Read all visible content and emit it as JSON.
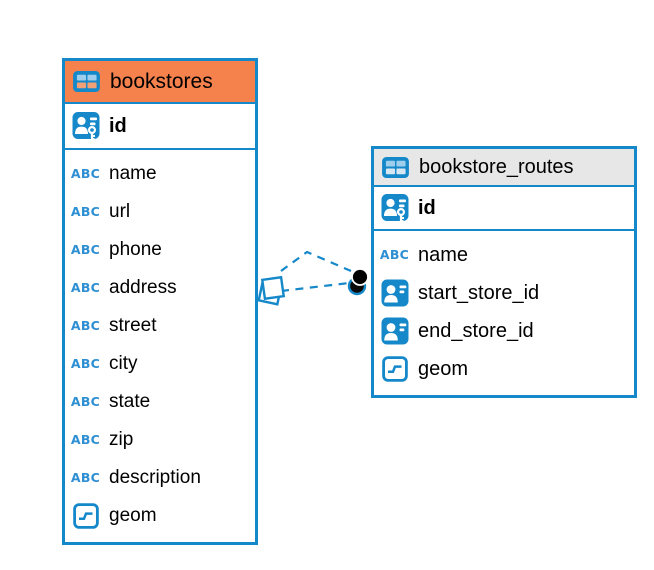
{
  "diagram": {
    "background": "#FFFFFF",
    "accent_color": "#1588CA",
    "type_labels": {
      "text": "ABC"
    }
  },
  "tables": [
    {
      "name": "bookstores",
      "icon": "table-icon",
      "colors": {
        "header_bg": "#F5814D",
        "icon_cell_top": "#9FCDEC",
        "icon_cell_bottom": "#F2A076"
      },
      "primary_key": {
        "name": "id",
        "icon": "primary-key-icon"
      },
      "columns": [
        {
          "name": "name",
          "icon": "text-icon"
        },
        {
          "name": "url",
          "icon": "text-icon"
        },
        {
          "name": "phone",
          "icon": "text-icon"
        },
        {
          "name": "address",
          "icon": "text-icon"
        },
        {
          "name": "street",
          "icon": "text-icon"
        },
        {
          "name": "city",
          "icon": "text-icon"
        },
        {
          "name": "state",
          "icon": "text-icon"
        },
        {
          "name": "zip",
          "icon": "text-icon"
        },
        {
          "name": "description",
          "icon": "text-icon"
        },
        {
          "name": "geom",
          "icon": "geometry-icon"
        }
      ]
    },
    {
      "name": "bookstore_routes",
      "icon": "table-icon",
      "colors": {
        "header_bg": "#E7E7E7",
        "icon_cell_top": "#9FCDEC",
        "icon_cell_bottom": "#D7E7F2"
      },
      "primary_key": {
        "name": "id",
        "icon": "primary-key-icon"
      },
      "columns": [
        {
          "name": "name",
          "icon": "text-icon"
        },
        {
          "name": "start_store_id",
          "icon": "foreign-key-icon"
        },
        {
          "name": "end_store_id",
          "icon": "foreign-key-icon"
        },
        {
          "name": "geom",
          "icon": "geometry-icon"
        }
      ]
    }
  ],
  "relationships": [
    {
      "from": "bookstore_routes",
      "to": "bookstores",
      "line_style": "dashed",
      "source_marker": "dot",
      "target_marker": "diamond"
    },
    {
      "from": "bookstore_routes",
      "to": "bookstores",
      "line_style": "dashed",
      "source_marker": "dot",
      "target_marker": "diamond"
    }
  ]
}
